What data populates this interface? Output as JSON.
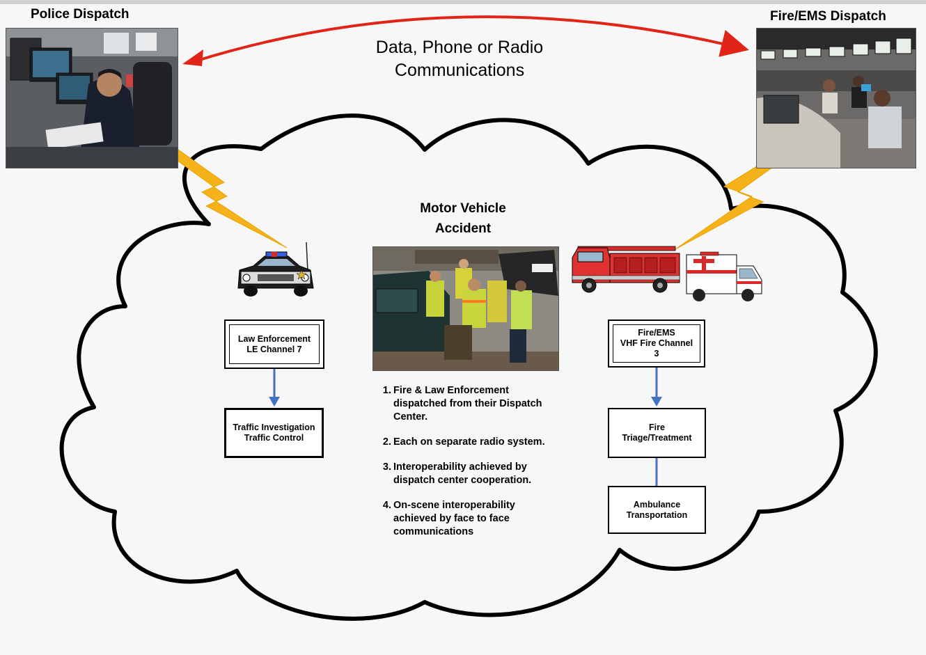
{
  "header": {
    "police_dispatch": "Police Dispatch",
    "fire_ems_dispatch": "Fire/EMS Dispatch",
    "comms_line1": "Data, Phone or Radio",
    "comms_line2": "Communications"
  },
  "scene": {
    "title_line1": "Motor Vehicle",
    "title_line2": "Accident"
  },
  "law": {
    "box_line1": "Law Enforcement",
    "box_line2": "LE Channel 7",
    "action_line1": "Traffic Investigation",
    "action_line2": "Traffic Control"
  },
  "fire": {
    "box_line1": "Fire/EMS",
    "box_line2": "VHF Fire Channel",
    "box_line3": "3",
    "triage_line1": "Fire",
    "triage_line2": "Triage/Treatment",
    "amb_line1": "Ambulance",
    "amb_line2": "Transportation"
  },
  "steps": [
    {
      "num": "1.",
      "text": "Fire & Law Enforcement dispatched from their Dispatch Center."
    },
    {
      "num": "2.",
      "text": "Each on separate radio system."
    },
    {
      "num": "3.",
      "text": "Interoperability achieved by dispatch center cooperation."
    },
    {
      "num": "4.",
      "text": "On-scene interoperability achieved by face to face communications"
    }
  ],
  "colors": {
    "arrow_red": "#e02418",
    "lightning": "#f5b21a",
    "flow_arrow": "#4472c4",
    "header_bar": "#cfcfcf"
  },
  "icons": [
    "police-car-icon",
    "fire-truck-icon",
    "ambulance-icon",
    "lightning-bolt-icon"
  ]
}
